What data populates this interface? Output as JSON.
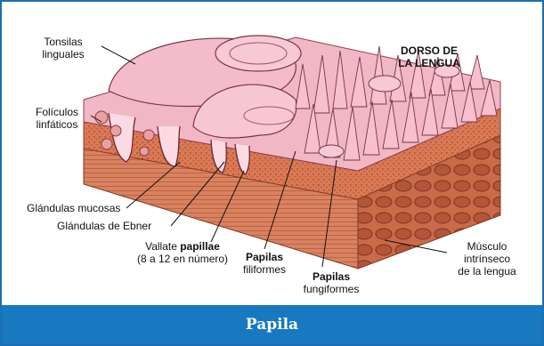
{
  "labels": {
    "tonsilas": [
      "Tonsilas",
      "linguales"
    ],
    "foliculos": [
      "Folículos",
      "linfáticos"
    ],
    "dorso": [
      "DORSO DE",
      "LA LENGUA"
    ],
    "glandulas_mucosas": "Glándulas mucosas",
    "glandulas_ebner": "Glándulas de Ebner",
    "vallate": {
      "line1_plain": "Vallate ",
      "line1_bold": "papillae",
      "line2": "(8 a 12 en número)"
    },
    "filiformes": {
      "bold": "Papilas",
      "plain": "filiformes"
    },
    "fungiformes": {
      "bold": "Papilas",
      "plain": "fungiformes"
    },
    "musculo": [
      "Músculo",
      "intrínseco",
      "de la lengua"
    ]
  },
  "caption": "Papila",
  "colors": {
    "frame": "#1c6fb0",
    "caption_bg": "#1878c0",
    "tissue_pink": "#f2b7c4",
    "muscle": "#d0704e",
    "dark_tissue": "#9b3f2a"
  }
}
